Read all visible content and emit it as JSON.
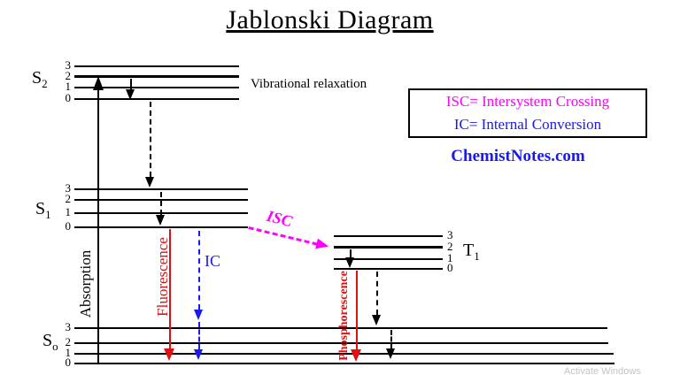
{
  "title": "Jablonski Diagram",
  "site": "ChemistNotes.com",
  "colors": {
    "magenta": "#ff00ff",
    "blue": "#1a1aee",
    "red": "#e01010",
    "black": "#000000",
    "watermark_gray": "#c4c4c4"
  },
  "legend": {
    "isc_definition": "ISC= Intersystem Crossing",
    "ic_definition": "IC= Internal Conversion"
  },
  "annotations": {
    "vibrational_relaxation": "Vibrational relaxation",
    "absorption": "Absorption",
    "fluorescence": "Fluorescence",
    "internal_conversion": "IC",
    "intersystem_crossing": "ISC",
    "phosphorescence": "Phosphorescence"
  },
  "states": {
    "s2": {
      "symbol": "S",
      "subscript": "2",
      "levels": [
        "3",
        "2",
        "1",
        "0"
      ]
    },
    "s1": {
      "symbol": "S",
      "subscript": "1",
      "levels": [
        "3",
        "2",
        "1",
        "0"
      ]
    },
    "s0": {
      "symbol": "S",
      "subscript": "o",
      "levels": [
        "3",
        "2",
        "1",
        "0"
      ]
    },
    "t1": {
      "symbol": "T",
      "subscript": "1",
      "levels": [
        "3",
        "2",
        "1",
        "0"
      ]
    }
  },
  "watermark": "Activate Windows"
}
